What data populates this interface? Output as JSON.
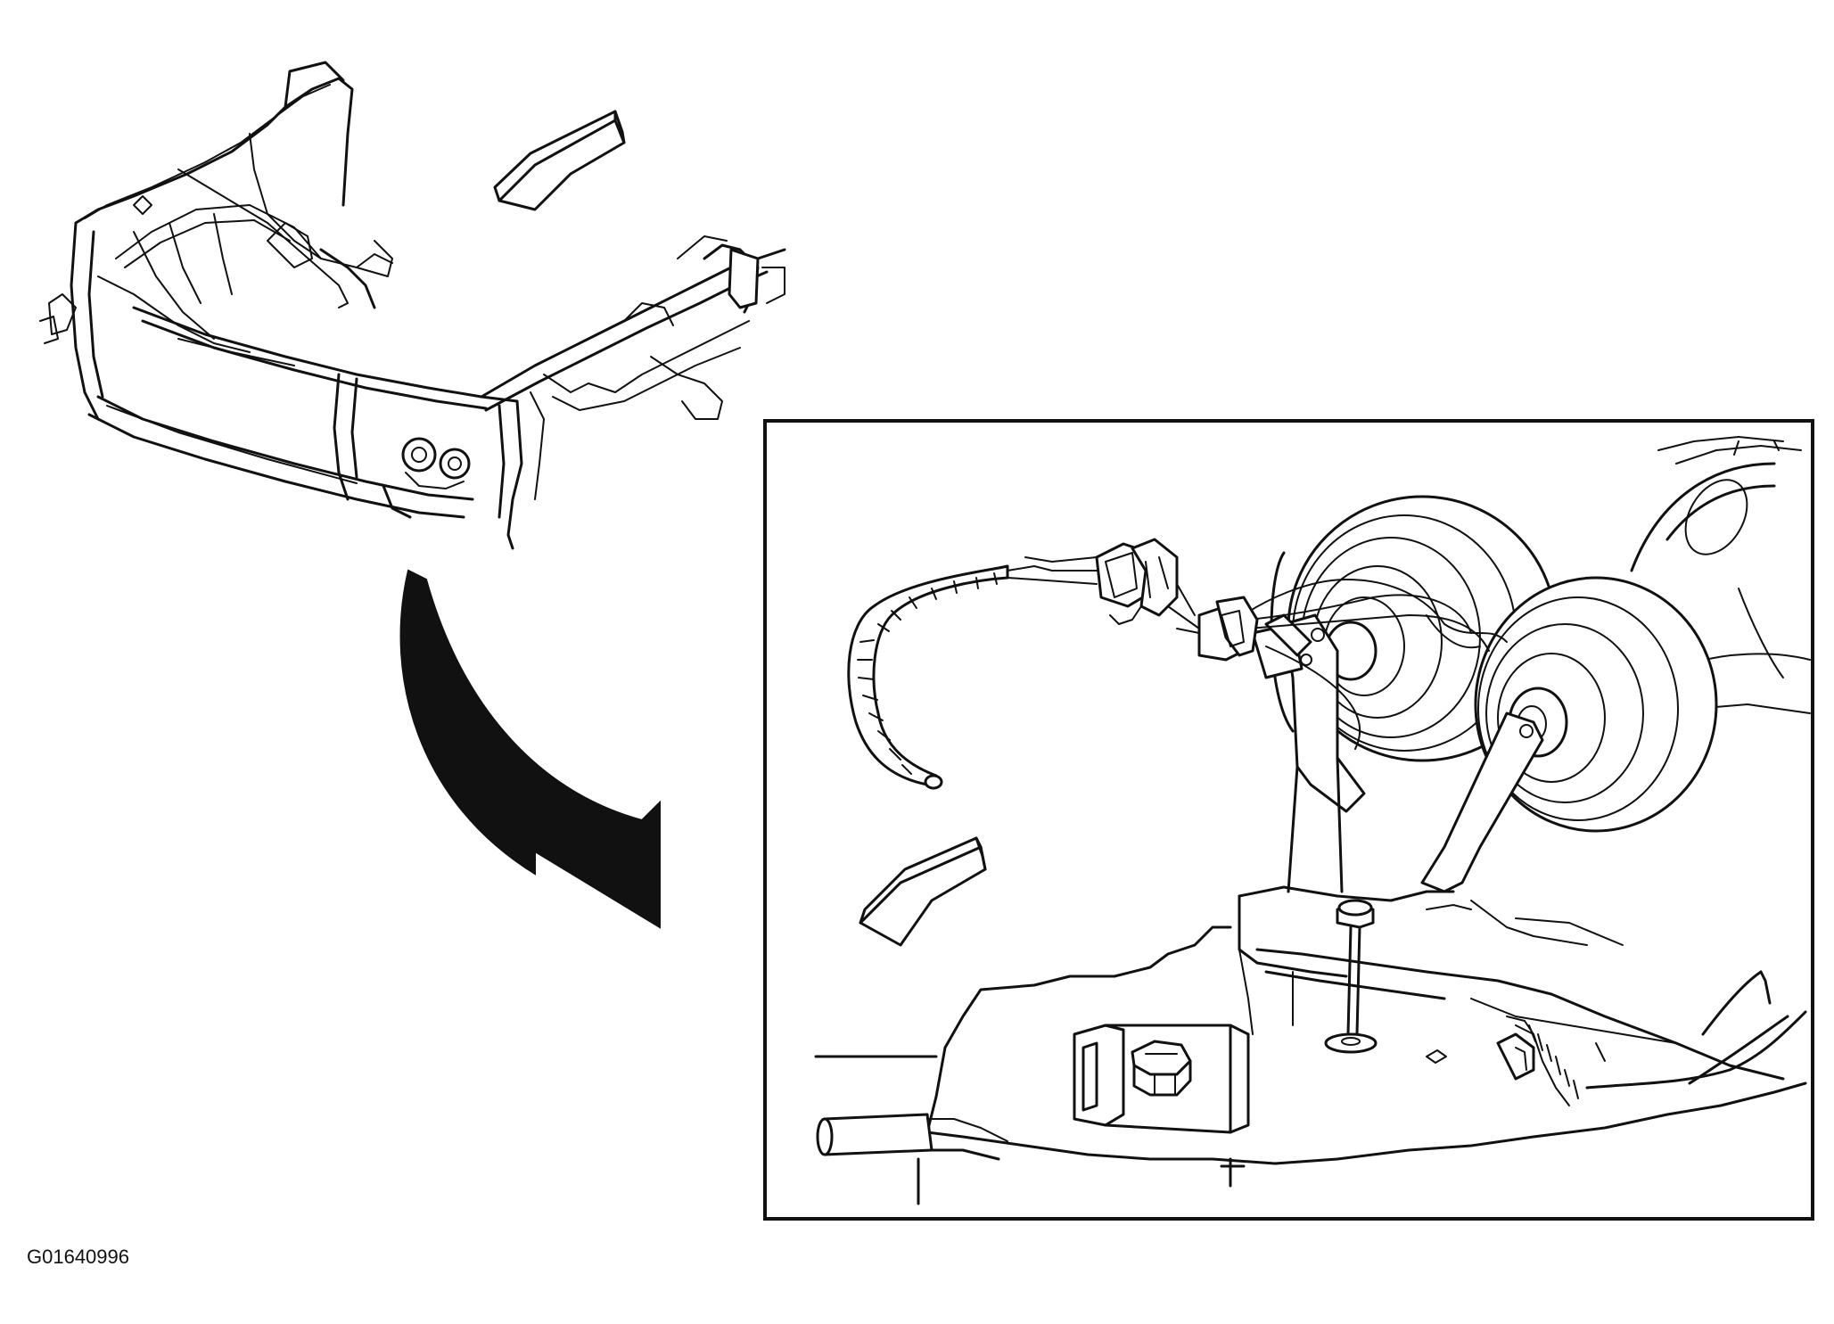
{
  "figure": {
    "code": "G01640996"
  },
  "icons": {
    "overview": "front-end-frame-overview-drawing",
    "direction_top": "forward-direction-arrow-icon",
    "transition": "curved-detail-callout-arrow-icon",
    "direction_detail": "forward-direction-arrow-icon",
    "detail": "horn-assembly-detail-view"
  },
  "colors": {
    "line": "#111111",
    "background": "#ffffff"
  }
}
